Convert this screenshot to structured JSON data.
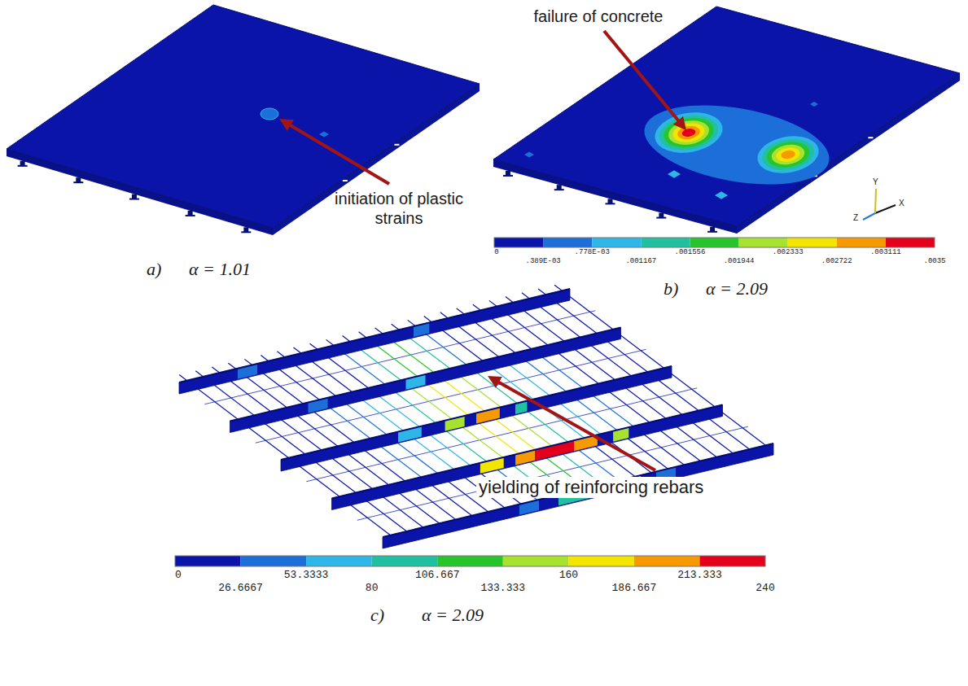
{
  "diagram": {
    "labels": [
      "initiation of plastic strains",
      "a)",
      "α = 1.01",
      "failure of concrete",
      "Y",
      "Z",
      "X",
      "0",
      ".389E-03",
      ".778E-03",
      ".001167",
      ".001556",
      ".001944",
      ".002333",
      ".002722",
      ".003111",
      ".0035",
      "b)",
      "α = 2.09",
      "yielding of reinforcing rebars",
      "0",
      "26.6667",
      "53.3333",
      "80",
      "106.667",
      "133.333",
      "160",
      "186.667",
      "213.333",
      "240",
      "c)",
      "α = 2.09"
    ]
  }
}
